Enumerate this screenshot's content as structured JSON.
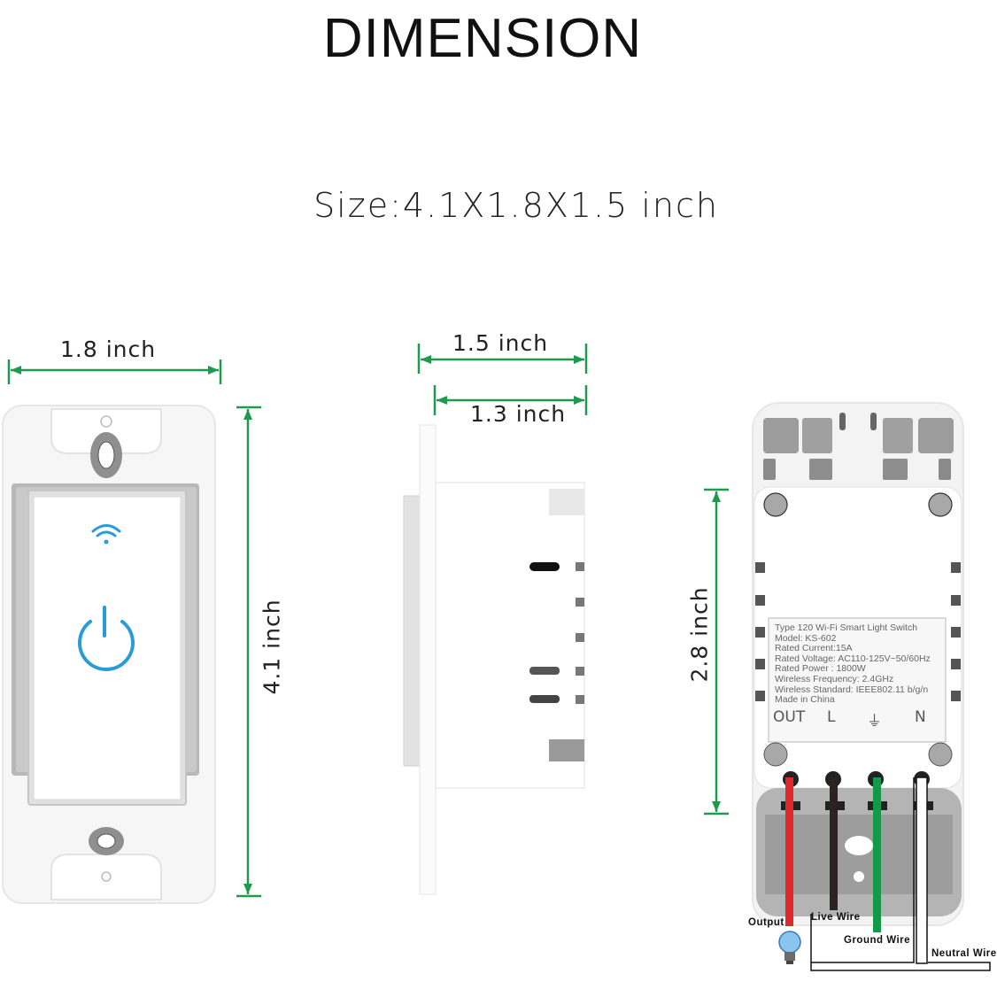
{
  "header": {
    "title": "DIMENSION",
    "size_label": "Size:4.1X1.8X1.5 inch"
  },
  "front_view": {
    "width_label": "1.8 inch",
    "height_label": "4.1 inch",
    "icons": [
      "wifi-icon",
      "power-icon"
    ],
    "accent_color": "#2a9ad8"
  },
  "side_view": {
    "total_depth_label": "1.5 inch",
    "body_depth_label": "1.3 inch"
  },
  "back_view": {
    "height_label": "2.8 inch",
    "spec_label": {
      "lines": [
        "Type 120 Wi-Fi Smart Light Switch",
        "Model: KS-602",
        "Rated Current:15A",
        "Rated Voltage: AC110-125V~50/60Hz",
        "Rated Power  : 1800W",
        "Wireless Frequency: 2.4GHz",
        "Wireless Standard: IEEE802.11 b/g/n",
        "Made in China"
      ],
      "terminals": [
        "OUT",
        "L",
        "⏚",
        "N"
      ]
    },
    "wires": [
      {
        "label": "Output",
        "color": "#e0282c"
      },
      {
        "label": "Live Wire",
        "color": "#2b2321"
      },
      {
        "label": "Ground Wire",
        "color": "#14984a"
      },
      {
        "label": "Neutral Wire",
        "color": "#ffffff"
      }
    ]
  },
  "colors": {
    "dimension_line": "#1e9a50",
    "text": "#222222"
  }
}
